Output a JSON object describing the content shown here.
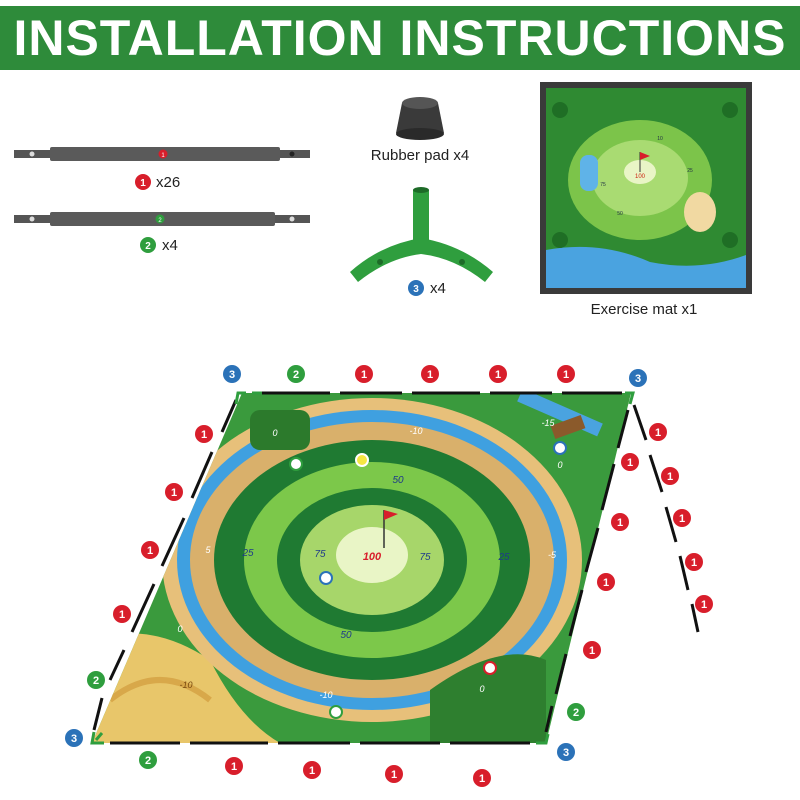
{
  "header": {
    "title": "INSTALLATION INSTRUCTIONS"
  },
  "parts": {
    "rod1": {
      "marker": "1",
      "count": "x26"
    },
    "rod2": {
      "marker": "2",
      "count": "x4"
    },
    "connector": {
      "marker": "3",
      "count": "x4"
    },
    "rubber_pad": {
      "label": "Rubber pad x4"
    },
    "exercise_mat": {
      "label": "Exercise mat  x1"
    }
  },
  "mat_scores": {
    "center": "100",
    "inner": "75",
    "middle": "50",
    "outer": "25",
    "small_mat_labels": [
      "100",
      "75",
      "50",
      "25",
      "10"
    ],
    "edge_labels": [
      "-10",
      "-15",
      "-10",
      "-5",
      "5",
      "0",
      "0",
      "0",
      "0",
      "-10"
    ]
  },
  "colors": {
    "header_green": "#2e8b3a",
    "marker_red": "#d81e2b",
    "marker_green": "#2f9e3e",
    "marker_blue": "#2b72b8",
    "rod_gray": "#555555",
    "connector_green": "#2f9e3e"
  }
}
